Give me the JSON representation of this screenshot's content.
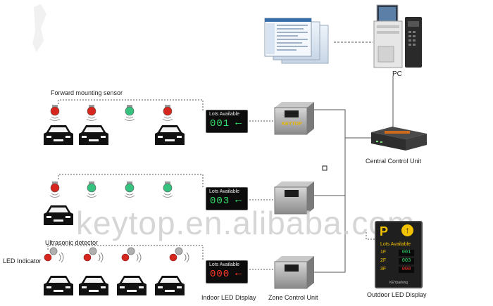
{
  "watermark": "keytop.en.alibaba.com",
  "labels": {
    "pc": "PC",
    "forward_sensor": "Forward mounting sensor",
    "ultrasonic_detector": "Ultrasonic detector",
    "led_indicator": "LED Indicator",
    "central_control_unit": "Central Control Unit",
    "indoor_led_display": "Indoor LED Display",
    "zone_control_unit": "Zone Control Unit",
    "outdoor_led_display": "Outdoor LED Display"
  },
  "indoor_displays": [
    {
      "title": "Lots Available",
      "number": "001",
      "state": "available"
    },
    {
      "title": "Lots Available",
      "number": "003",
      "state": "available"
    },
    {
      "title": "Lots Available",
      "number": "000",
      "state": "full"
    }
  ],
  "zone_unit_brand": "KEYTOP",
  "outdoor_display": {
    "symbol": "P",
    "title": "Lots Available",
    "floors": [
      {
        "floor": "1F",
        "value": "001",
        "state": "available"
      },
      {
        "floor": "2F",
        "value": "003",
        "state": "available"
      },
      {
        "floor": "3F",
        "value": "000",
        "state": "full"
      }
    ],
    "brand": "KEYparking"
  },
  "sensor_rows": [
    {
      "sensors": [
        "occupied",
        "occupied",
        "vacant",
        "occupied"
      ],
      "cars": [
        true,
        true,
        false,
        true
      ]
    },
    {
      "sensors": [
        "occupied",
        "vacant",
        "vacant",
        "vacant"
      ],
      "cars": [
        true,
        false,
        false,
        false
      ]
    },
    {
      "sensors": [
        "occupied",
        "occupied",
        "occupied",
        "occupied"
      ],
      "cars": [
        true,
        true,
        true,
        true
      ]
    }
  ],
  "colors": {
    "occupied": "#d7261e",
    "vacant": "#35c37f",
    "available_digits": "#35e16c",
    "full_digits": "#ff3a2a",
    "outdoor_accent": "#f2c200"
  }
}
